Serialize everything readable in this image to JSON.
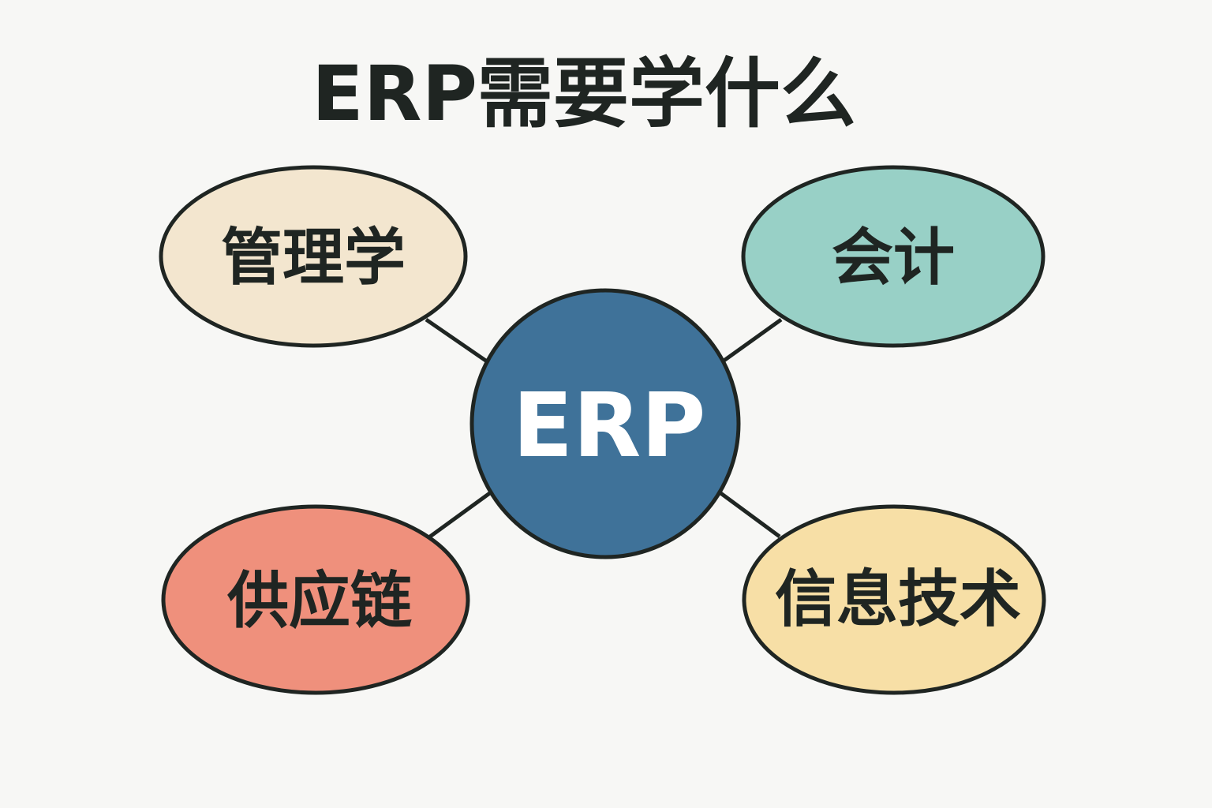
{
  "title": "ERP需要学什么",
  "center": {
    "label": "ERP",
    "color": "#3f7299"
  },
  "nodes": [
    {
      "label": "管理学",
      "color": "#f3e6cf"
    },
    {
      "label": "会计",
      "color": "#98d0c6"
    },
    {
      "label": "供应链",
      "color": "#ef907c"
    },
    {
      "label": "信息技术",
      "color": "#f7dfa6"
    }
  ],
  "colors": {
    "background": "#f7f7f5",
    "stroke": "#1f2522"
  }
}
